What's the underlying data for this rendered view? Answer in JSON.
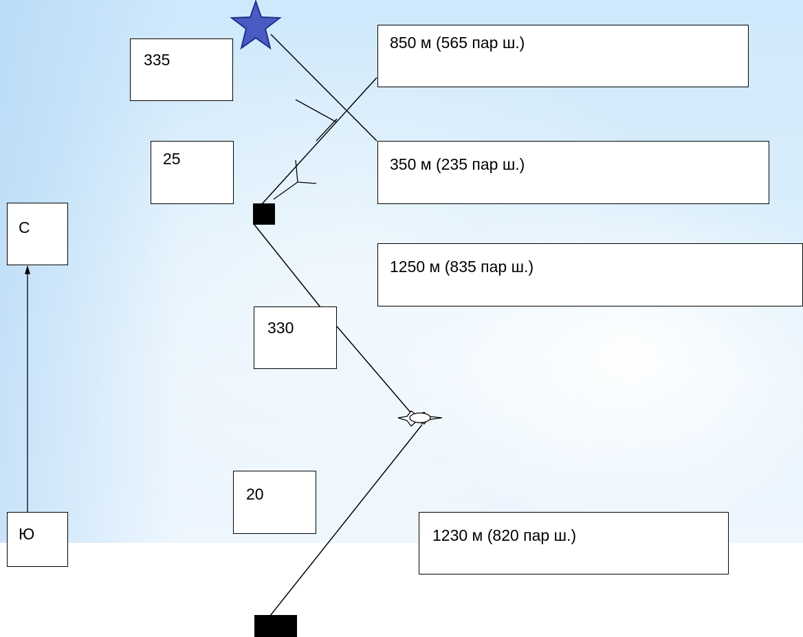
{
  "labels": {
    "north": "С",
    "south": "Ю",
    "azimuth_1": "335",
    "azimuth_2": "25",
    "azimuth_3": "330",
    "azimuth_4": "20",
    "distance_1": "850 м (565 пар ш.)",
    "distance_2": "350 м (235 пар ш.)",
    "distance_3": "1250 м (835 пар ш.)",
    "distance_4": "1230 м (820 пар ш.)"
  },
  "colors": {
    "star_fill": "#4a5cc4",
    "star_stroke": "#1f2f8a",
    "marker": "#000000",
    "line": "#000000",
    "box_fill": "#ffffff"
  },
  "icons": {
    "start": "star-icon",
    "checkpoint": "black-square-icon",
    "sun_landmark": "sun-icon",
    "end": "black-rectangle-icon",
    "compass_arrow": "arrow-up-icon"
  }
}
